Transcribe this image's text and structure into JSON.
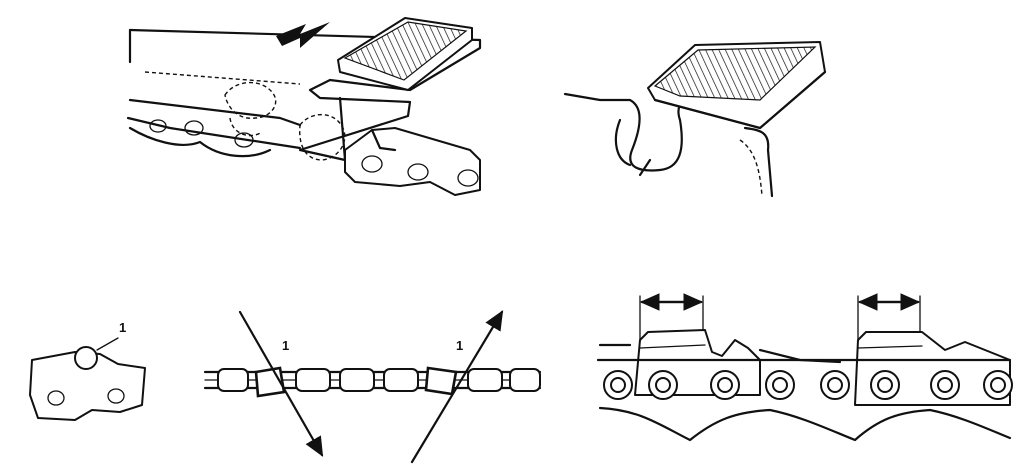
{
  "callouts": {
    "link_label": "1",
    "left_arrow_label": "1",
    "right_arrow_label": "1"
  },
  "colors": {
    "ink": "#111111",
    "paper": "#ffffff"
  }
}
